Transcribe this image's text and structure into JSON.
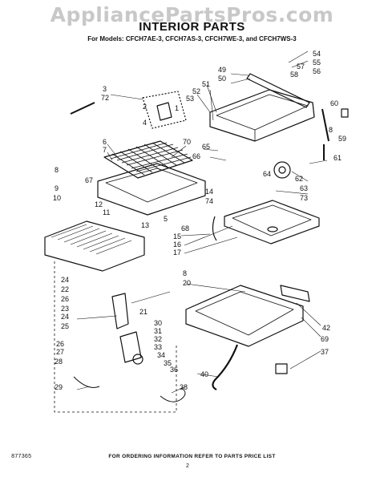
{
  "watermark": "AppliancePartsPros.com",
  "title": "INTERIOR PARTS",
  "models_line": "For Models: CFCH7AE-3, CFCH7AS-3, CFCH7WE-3, and CFCH7WS-3",
  "footer": {
    "code": "877365",
    "ordering_note": "FOR ORDERING INFORMATION REFER TO PARTS PRICE LIST",
    "page": "2"
  },
  "callouts": [
    "54",
    "55",
    "56",
    "49",
    "50",
    "57",
    "58",
    "51",
    "52",
    "3",
    "72",
    "53",
    "2",
    "1",
    "4",
    "60",
    "8",
    "59",
    "61",
    "6",
    "7",
    "70",
    "65",
    "66",
    "62",
    "64",
    "63",
    "73",
    "67",
    "8",
    "9",
    "14",
    "74",
    "10",
    "12",
    "11",
    "5",
    "13",
    "68",
    "15",
    "16",
    "17",
    "8",
    "20",
    "24",
    "22",
    "21",
    "26",
    "23",
    "24",
    "25",
    "30",
    "31",
    "32",
    "33",
    "34",
    "35",
    "36",
    "26",
    "27",
    "28",
    "29",
    "38",
    "42",
    "69",
    "37",
    "40"
  ]
}
